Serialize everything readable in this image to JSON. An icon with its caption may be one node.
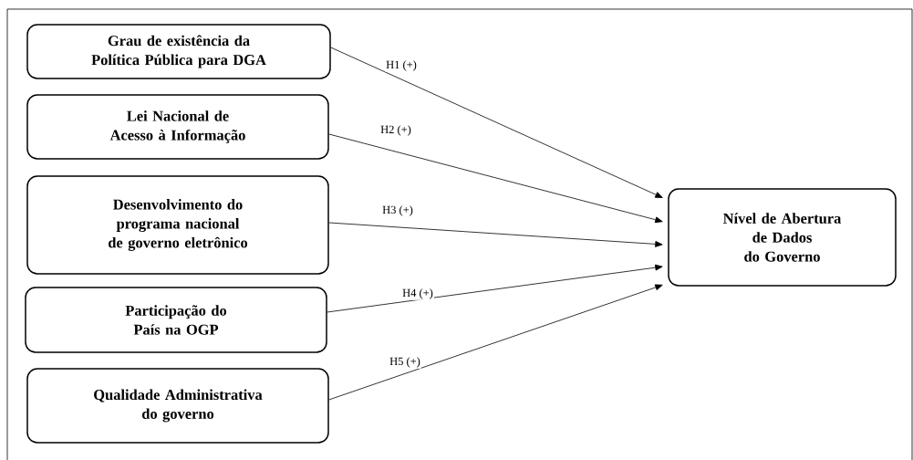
{
  "diagram": {
    "nodes": [
      {
        "text": [
          "Grau de existência da Política Pública para DGA"
        ]
      },
      {
        "text": [
          "Lei Nacional de Acesso à Informação"
        ]
      },
      {
        "text": [
          "Desenvolvimento do programa nacional de governo eletrônico"
        ]
      },
      {
        "text": [
          "Participação do País na OGP"
        ]
      },
      {
        "text": [
          "Qualidade Administrativa do governo"
        ]
      },
      {
        "text": [
          "Nível de Abertura de Dados do Governo"
        ]
      }
    ],
    "edges": [
      {
        "from": 0,
        "to": 5,
        "arrow": "to",
        "label": "H1 (+)"
      },
      {
        "from": 1,
        "to": 5,
        "arrow": "to",
        "label": "H2 (+)"
      },
      {
        "from": 2,
        "to": 5,
        "arrow": "to",
        "label": "H3 (+)"
      },
      {
        "from": 3,
        "to": 5,
        "arrow": "to",
        "label": "H4 (+)"
      },
      {
        "from": 4,
        "to": 5,
        "arrow": "to",
        "label": "H5 (+)"
      }
    ]
  }
}
